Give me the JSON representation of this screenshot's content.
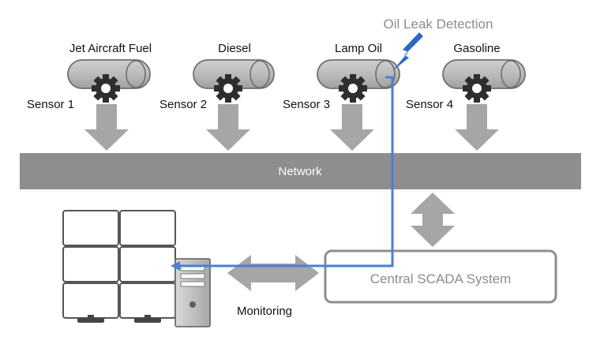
{
  "alert": {
    "label": "Oil Leak Detection"
  },
  "tanks": [
    {
      "name": "Jet Aircraft Fuel",
      "sensor": "Sensor 1"
    },
    {
      "name": "Diesel",
      "sensor": "Sensor 2"
    },
    {
      "name": "Lamp Oil",
      "sensor": "Sensor 3"
    },
    {
      "name": "Gasoline",
      "sensor": "Sensor 4"
    }
  ],
  "network": {
    "label": "Network"
  },
  "scada": {
    "label": "Central SCADA System"
  },
  "monitoring": {
    "label": "Monitoring"
  },
  "colors": {
    "tank_fill": "#bdbdbd",
    "gear": "#2e2e2e",
    "arrow": "#a6a6a6",
    "network_bar": "#8e8e8e",
    "alert_line": "#4a7fd4",
    "lightning": "#2b68c4",
    "label_gray": "#8c8c8c"
  },
  "icons": {
    "gear": "gear-icon",
    "lightning": "lightning-icon",
    "monitor_wall": "monitor-wall-icon",
    "server": "server-tower-icon"
  }
}
